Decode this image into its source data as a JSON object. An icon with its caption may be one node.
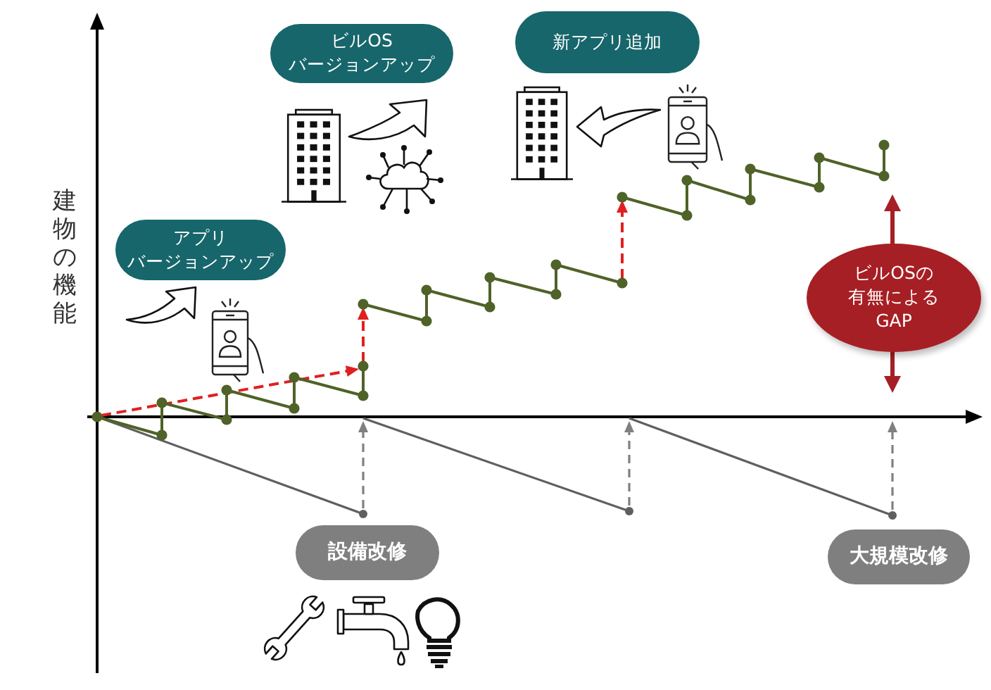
{
  "diagram": {
    "nodes": [
      {
        "text": [
          "ビルOSバージョンアップ"
        ]
      },
      {
        "text": [
          "新アプリ追加"
        ]
      },
      {
        "text": [
          "アプリバージョンアップ"
        ]
      },
      {
        "text": [
          "ビルOSの有無によるGAP"
        ]
      },
      {
        "text": [
          "設備改修"
        ]
      },
      {
        "text": [
          "大規模改修"
        ]
      }
    ],
    "labels": [
      "建物の機能"
    ]
  }
}
